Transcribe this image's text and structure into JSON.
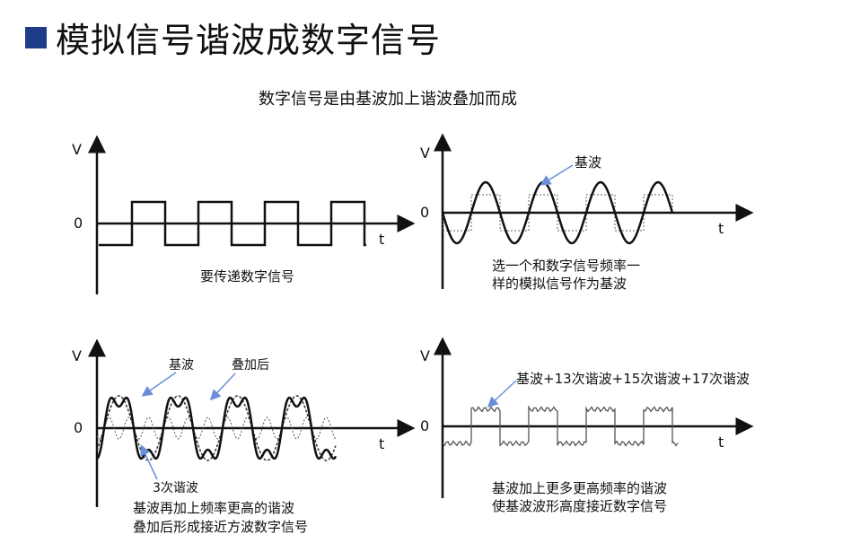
{
  "header": {
    "title": "模拟信号谐波成数字信号",
    "subtitle": "数字信号是由基波加上谐波叠加而成"
  },
  "panels": {
    "p1": {
      "v_label": "V",
      "zero_label": "0",
      "t_label": "t",
      "caption_line1": "要传递数字信号"
    },
    "p2": {
      "v_label": "V",
      "zero_label": "0",
      "t_label": "t",
      "wave_label": "基波",
      "caption_line1": "选一个和数字信号频率一",
      "caption_line2": "样的模拟信号作为基波"
    },
    "p3": {
      "v_label": "V",
      "zero_label": "0",
      "t_label": "t",
      "label_fundamental": "基波",
      "label_sum": "叠加后",
      "label_third": "3次谐波",
      "caption_line1": "基波再加上频率更高的谐波",
      "caption_line2": "叠加后形成接近方波数字信号"
    },
    "p4": {
      "v_label": "V",
      "zero_label": "0",
      "t_label": "t",
      "wave_label": "基波+13次谐波+15次谐波+17次谐波",
      "caption_line1": "基波加上更多更高频率的谐波",
      "caption_line2": "使基波波形高度接近数字信号"
    }
  }
}
